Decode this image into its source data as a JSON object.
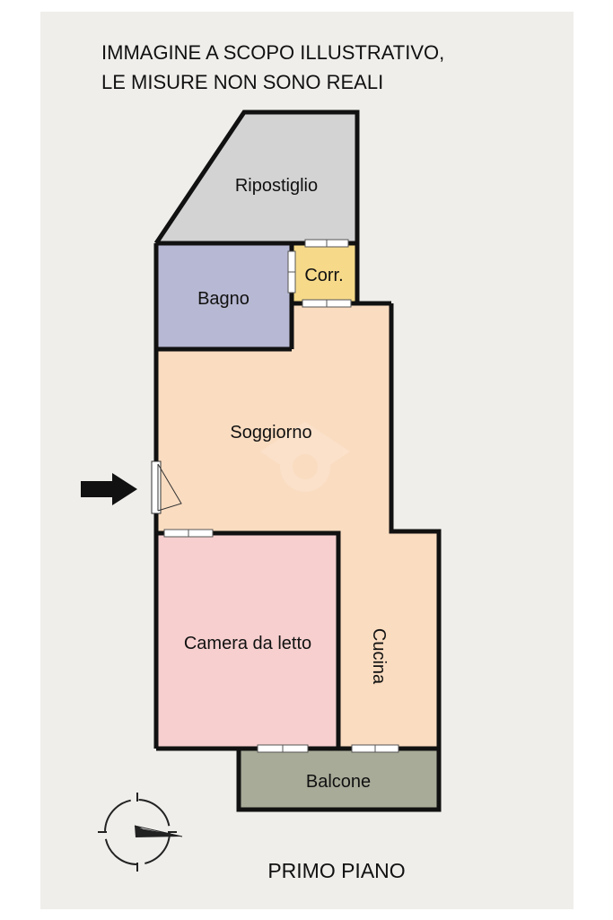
{
  "disclaimer": {
    "line1": "IMMAGINE A SCOPO ILLUSTRATIVO,",
    "line2": "LE MISURE NON SONO REALI"
  },
  "rooms": {
    "ripostiglio": {
      "label": "Ripostiglio",
      "color": "#d3d3d3"
    },
    "bagno": {
      "label": "Bagno",
      "color": "#b7b8d3"
    },
    "corr": {
      "label": "Corr.",
      "color": "#f6da8a"
    },
    "soggiorno": {
      "label": "Soggiorno",
      "color": "#fadcc0"
    },
    "camera": {
      "label": "Camera da letto",
      "color": "#f7cfcf"
    },
    "cucina": {
      "label": "Cucina",
      "color": "#fadcc0"
    },
    "balcone": {
      "label": "Balcone",
      "color": "#a8ab98"
    }
  },
  "floor_label": "PRIMO PIANO",
  "icons": {
    "entrance": "entrance-arrow-icon",
    "compass": "compass-icon",
    "watermark": "watermark-logo-icon"
  }
}
